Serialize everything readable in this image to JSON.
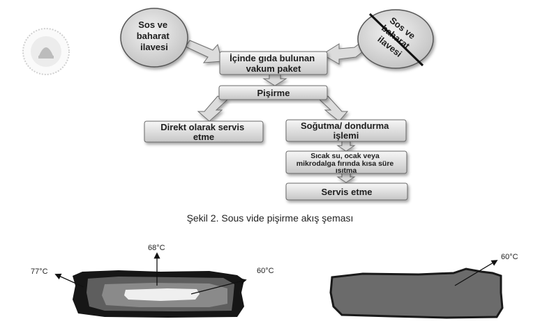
{
  "flowchart": {
    "sauce_add": [
      "Sos ve",
      "baharat",
      "ilavesi"
    ],
    "sauce_add_crossed": [
      "Sos ve",
      "baharat",
      "ilavesi"
    ],
    "vacuum_package": [
      "İçinde gıda bulunan",
      "vakum paket"
    ],
    "cooking": "Pişirme",
    "direct_serve": [
      "Direkt olarak servis",
      "etme"
    ],
    "cool_freeze": [
      "Soğutma/ dondurma",
      "işlemi"
    ],
    "reheat": [
      "Sıcak su, ocak veya",
      "mikrodalga fırında kısa süre",
      "ısıtma"
    ],
    "serve": "Servis etme"
  },
  "caption": "Şekil 2. Sous vide pişirme akış şeması",
  "temperatures": {
    "left_outer": "77°C",
    "left_top": "68°C",
    "left_right": "60°C",
    "right_core": "60°C"
  },
  "colors": {
    "box_fill_top": "#f4f4f4",
    "box_fill_bottom": "#c9c9c9",
    "arrow_fill": "#dcdcdc",
    "meat_outer": "#1a1a1a",
    "meat_mid": "#6a6a6a",
    "meat_inner": "#e8e8e8",
    "meat_uniform": "#6b6b6b"
  }
}
